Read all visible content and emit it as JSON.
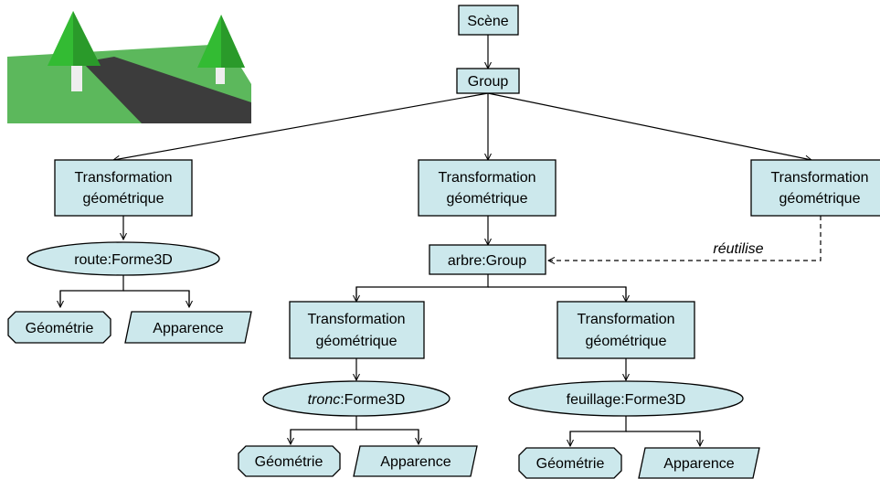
{
  "colors": {
    "node_fill": "#cce8ec",
    "grass": "#5cb85c",
    "road": "#3c3c3c",
    "cone": "#33bb33",
    "trunk": "#eeeeee"
  },
  "thumbnail": {
    "icon": "scene-3d-render-icon"
  },
  "nodes": {
    "scene": "Scène",
    "group": "Group",
    "transform_line1": "Transformation",
    "transform_line2": "géométrique",
    "route_prefix": "route",
    "route_suffix": ":Forme3D",
    "arbre": "arbre:Group",
    "tronc_prefix": "tronc",
    "tronc_suffix": ":Forme3D",
    "feuillage_prefix": "feuillage",
    "feuillage_suffix": ":Forme3D",
    "geometrie": "Géométrie",
    "apparence": "Apparence"
  },
  "edge_labels": {
    "reuse": "réutilise"
  }
}
